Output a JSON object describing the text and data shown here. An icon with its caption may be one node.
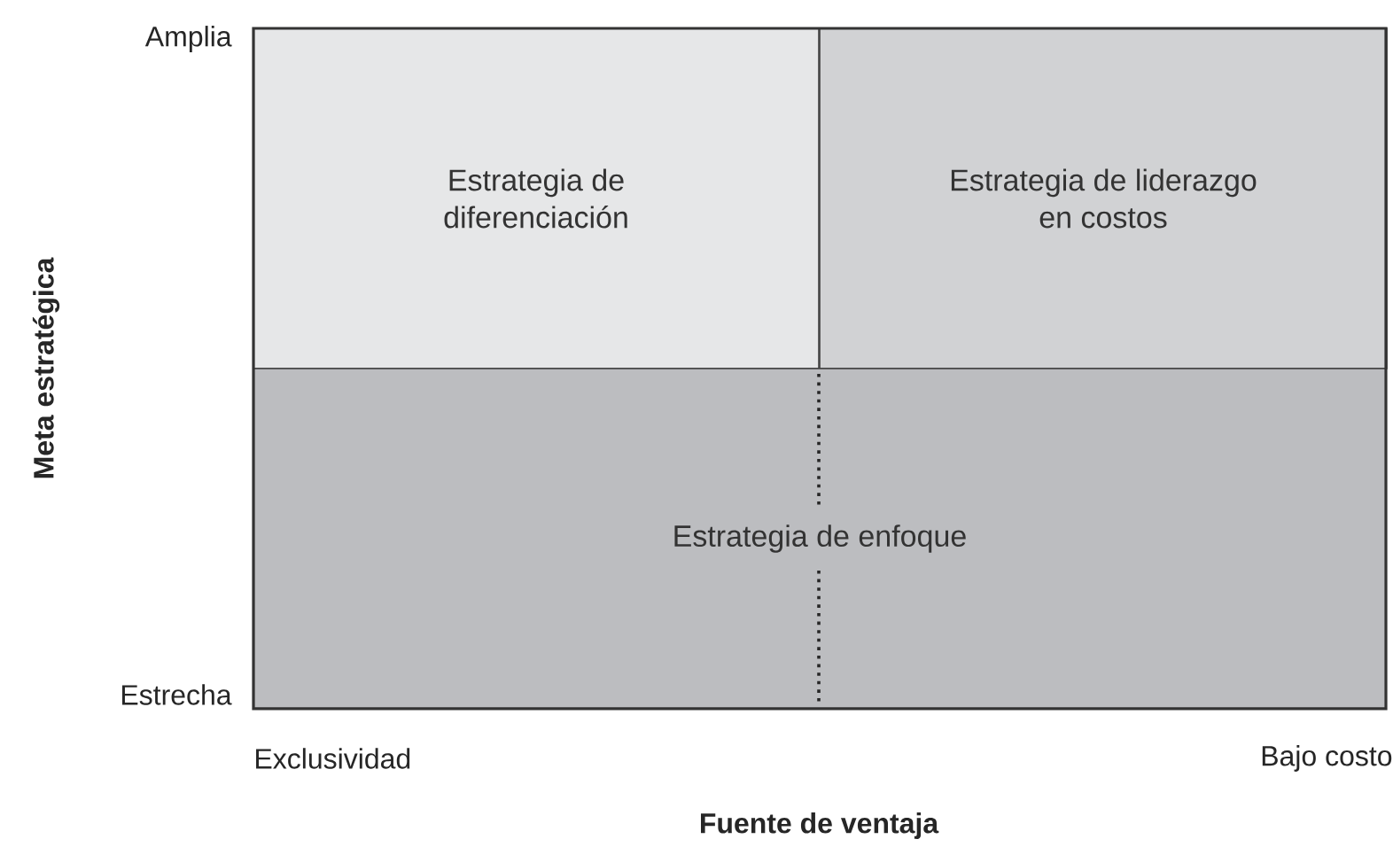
{
  "diagram": {
    "nodes": [
      {
        "text": [
          "Estrategia de diferenciación"
        ]
      },
      {
        "text": [
          "Estrategia de liderazgo en costos"
        ]
      },
      {
        "text": [
          "Estrategia de enfoque"
        ]
      }
    ],
    "labels": [
      "Amplia",
      "Meta estratégica",
      "Estrecha",
      "Exclusividad",
      "Bajo costo",
      "Fuente de ventaja"
    ]
  }
}
